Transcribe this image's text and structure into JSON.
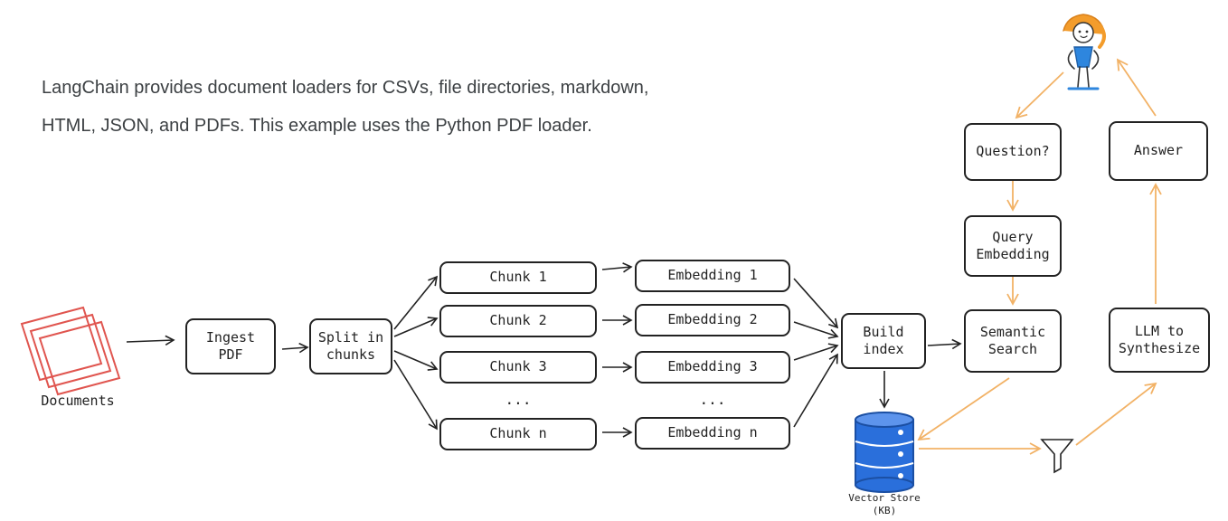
{
  "intro": {
    "line1": "LangChain provides document loaders for CSVs, file directories, markdown,",
    "line2": "HTML, JSON, and PDFs. This example uses the Python PDF loader."
  },
  "documents_label": "Documents",
  "steps": {
    "ingest": "Ingest\nPDF",
    "split": "Split in\nchunks",
    "build_index": "Build\nindex",
    "semantic_search": "Semantic\nSearch",
    "question": "Question?",
    "query_embedding": "Query\nEmbedding",
    "answer": "Answer",
    "llm": "LLM to\nSynthesize"
  },
  "chunks": [
    "Chunk 1",
    "Chunk 2",
    "Chunk 3",
    "Chunk n"
  ],
  "embeddings": [
    "Embedding 1",
    "Embedding 2",
    "Embedding 3",
    "Embedding n"
  ],
  "ellipsis": "...",
  "vector_store": {
    "label": "Vector Store",
    "sublabel": "(KB)"
  },
  "colors": {
    "ink": "#222222",
    "documents": "#e0554f",
    "flow_orange": "#f2b266",
    "store_blue": "#2a6fdb",
    "person_orange": "#f39c2b",
    "person_blue": "#2e86de"
  },
  "icons": [
    "documents-stack-icon",
    "database-icon",
    "funnel-icon",
    "person-icon"
  ]
}
